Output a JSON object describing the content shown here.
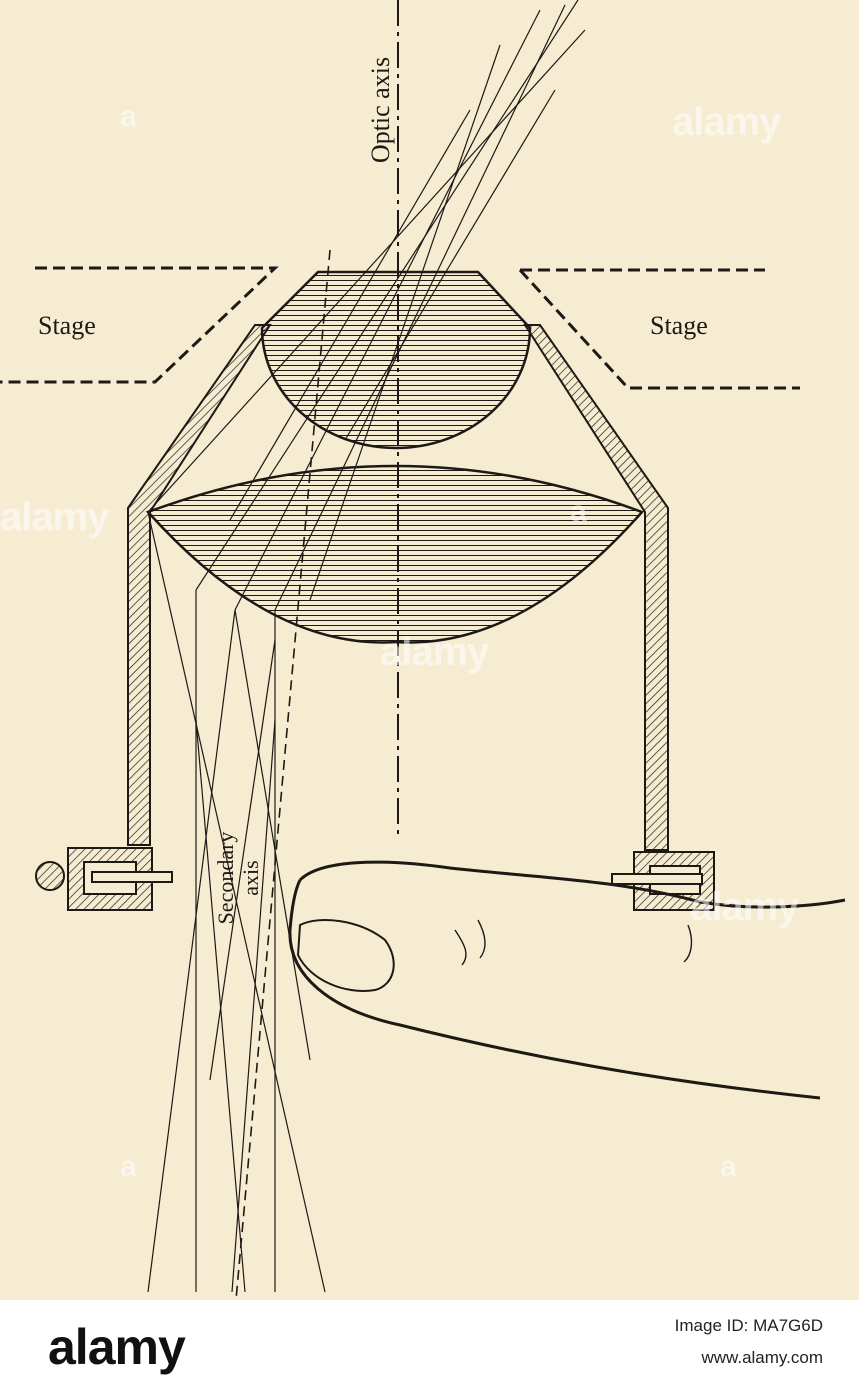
{
  "diagram": {
    "labels": {
      "stage_left": "Stage",
      "stage_right": "Stage",
      "optic_axis": "Optic axis",
      "secondary_axis_line1": "Secondary",
      "secondary_axis_line2": "axis"
    }
  },
  "watermark": {
    "text": "alamy",
    "mark": "a"
  },
  "footer": {
    "brand": "alamy",
    "image_id": "Image ID: MA7G6D",
    "site": "www.alamy.com"
  },
  "colors": {
    "paper": "#f6ecd2",
    "ink": "#1d1a16",
    "footer_bg": "#ffffff"
  }
}
